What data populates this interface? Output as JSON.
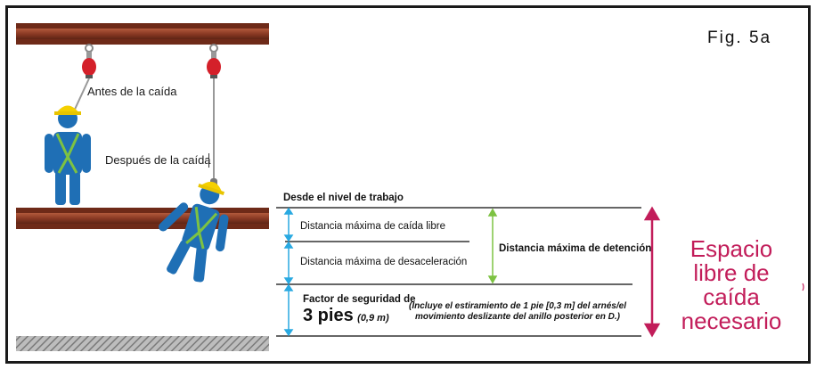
{
  "figure_label": "Fig. 5a",
  "figures": {
    "before_fall_label": "Antes de la caída",
    "after_fall_label": "Después de la caída"
  },
  "measurements": {
    "header": "Desde el nivel de trabajo",
    "free_fall": "Distancia máxima de caída libre",
    "deceleration": "Distancia máxima de desaceleración",
    "arrest": "Distancia máxima de detención",
    "safety_factor_label": "Factor de seguridad de",
    "safety_factor_value": "3 pies",
    "safety_factor_metric": "(0,9 m)",
    "safety_note_line1": "(Incluye el estiramiento de 1 pie [0,3 m] del arnés/el",
    "safety_note_line2": "movimiento deslizante del anillo posterior en D.)"
  },
  "clearance": {
    "line1": "Espacio",
    "line2": "libre de caída",
    "line3": "necesario"
  },
  "colors": {
    "beam": "#8a3a24",
    "worker_blue": "#1f6fb5",
    "helmet": "#f5d000",
    "harness": "#7dc242",
    "arrow_blue": "#29a9e1",
    "arrow_green": "#7dc242",
    "arrow_magenta": "#c21d5a"
  }
}
